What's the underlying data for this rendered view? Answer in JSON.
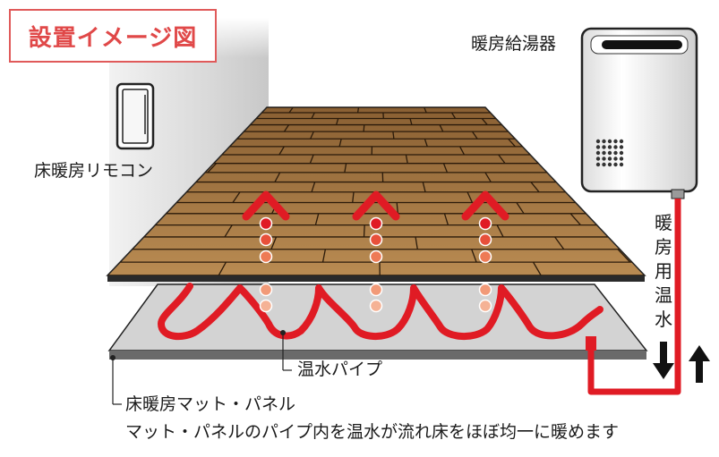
{
  "title": "設置イメージ図",
  "labels": {
    "heater": "暖房給湯器",
    "remote": "床暖房リモコン",
    "hot_water": "暖房用温水",
    "pipe": "温水パイプ",
    "mat_panel": "床暖房マット・パネル",
    "caption": "マット・パネルのパイプ内を温水が流れ床をほぼ均一に暖めます"
  },
  "colors": {
    "accent_red": "#e01b24",
    "title_border": "#e05a5a",
    "wood": "#a77a45",
    "panel": "#d3d3d3",
    "heater_body": "#f0f0f0"
  },
  "icons": [
    "heater-unit-icon",
    "remote-control-icon",
    "heat-up-arrow-icon",
    "flow-down-arrow-icon",
    "flow-up-arrow-icon"
  ]
}
